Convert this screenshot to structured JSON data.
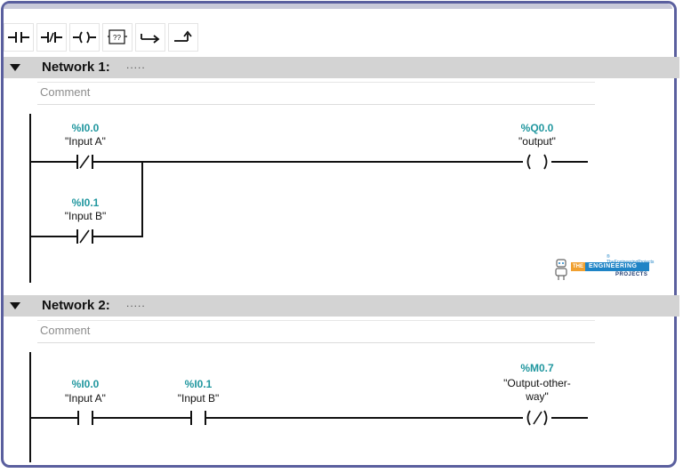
{
  "toolbar": {
    "buttons": [
      {
        "name": "no-contact-button",
        "icon": "normally-open-contact-icon"
      },
      {
        "name": "nc-contact-button",
        "icon": "normally-closed-contact-icon"
      },
      {
        "name": "coil-button",
        "icon": "coil-icon"
      },
      {
        "name": "empty-box-button",
        "icon": "empty-box-icon",
        "label": "??"
      },
      {
        "name": "open-branch-button",
        "icon": "open-branch-icon"
      },
      {
        "name": "close-branch-button",
        "icon": "close-branch-icon"
      }
    ]
  },
  "networks": [
    {
      "title": "Network 1:",
      "dots": ".....",
      "comment_placeholder": "Comment",
      "elements": [
        {
          "type": "nc-contact",
          "address": "%I0.0",
          "symbol": "\"Input A\""
        },
        {
          "type": "nc-contact",
          "address": "%I0.1",
          "symbol": "\"Input B\""
        },
        {
          "type": "coil",
          "address": "%Q0.0",
          "symbol": "\"output\""
        }
      ]
    },
    {
      "title": "Network 2:",
      "dots": ".....",
      "comment_placeholder": "Comment",
      "elements": [
        {
          "type": "no-contact",
          "address": "%I0.0",
          "symbol": "\"Input A\""
        },
        {
          "type": "no-contact",
          "address": "%I0.1",
          "symbol": "\"Input B\""
        },
        {
          "type": "negated-coil",
          "address": "%M0.7",
          "symbol_line1": "\"Output-other-",
          "symbol_line2": "way\""
        }
      ]
    }
  ],
  "watermark": {
    "small_text": "® TheEngineeringProjects",
    "the": "THE",
    "engineering": "ENGINEERING",
    "projects": "PROJECTS"
  },
  "colors": {
    "address": "#21979f",
    "frame": "#5a5f9e",
    "header_bg": "#d3d3d3"
  }
}
